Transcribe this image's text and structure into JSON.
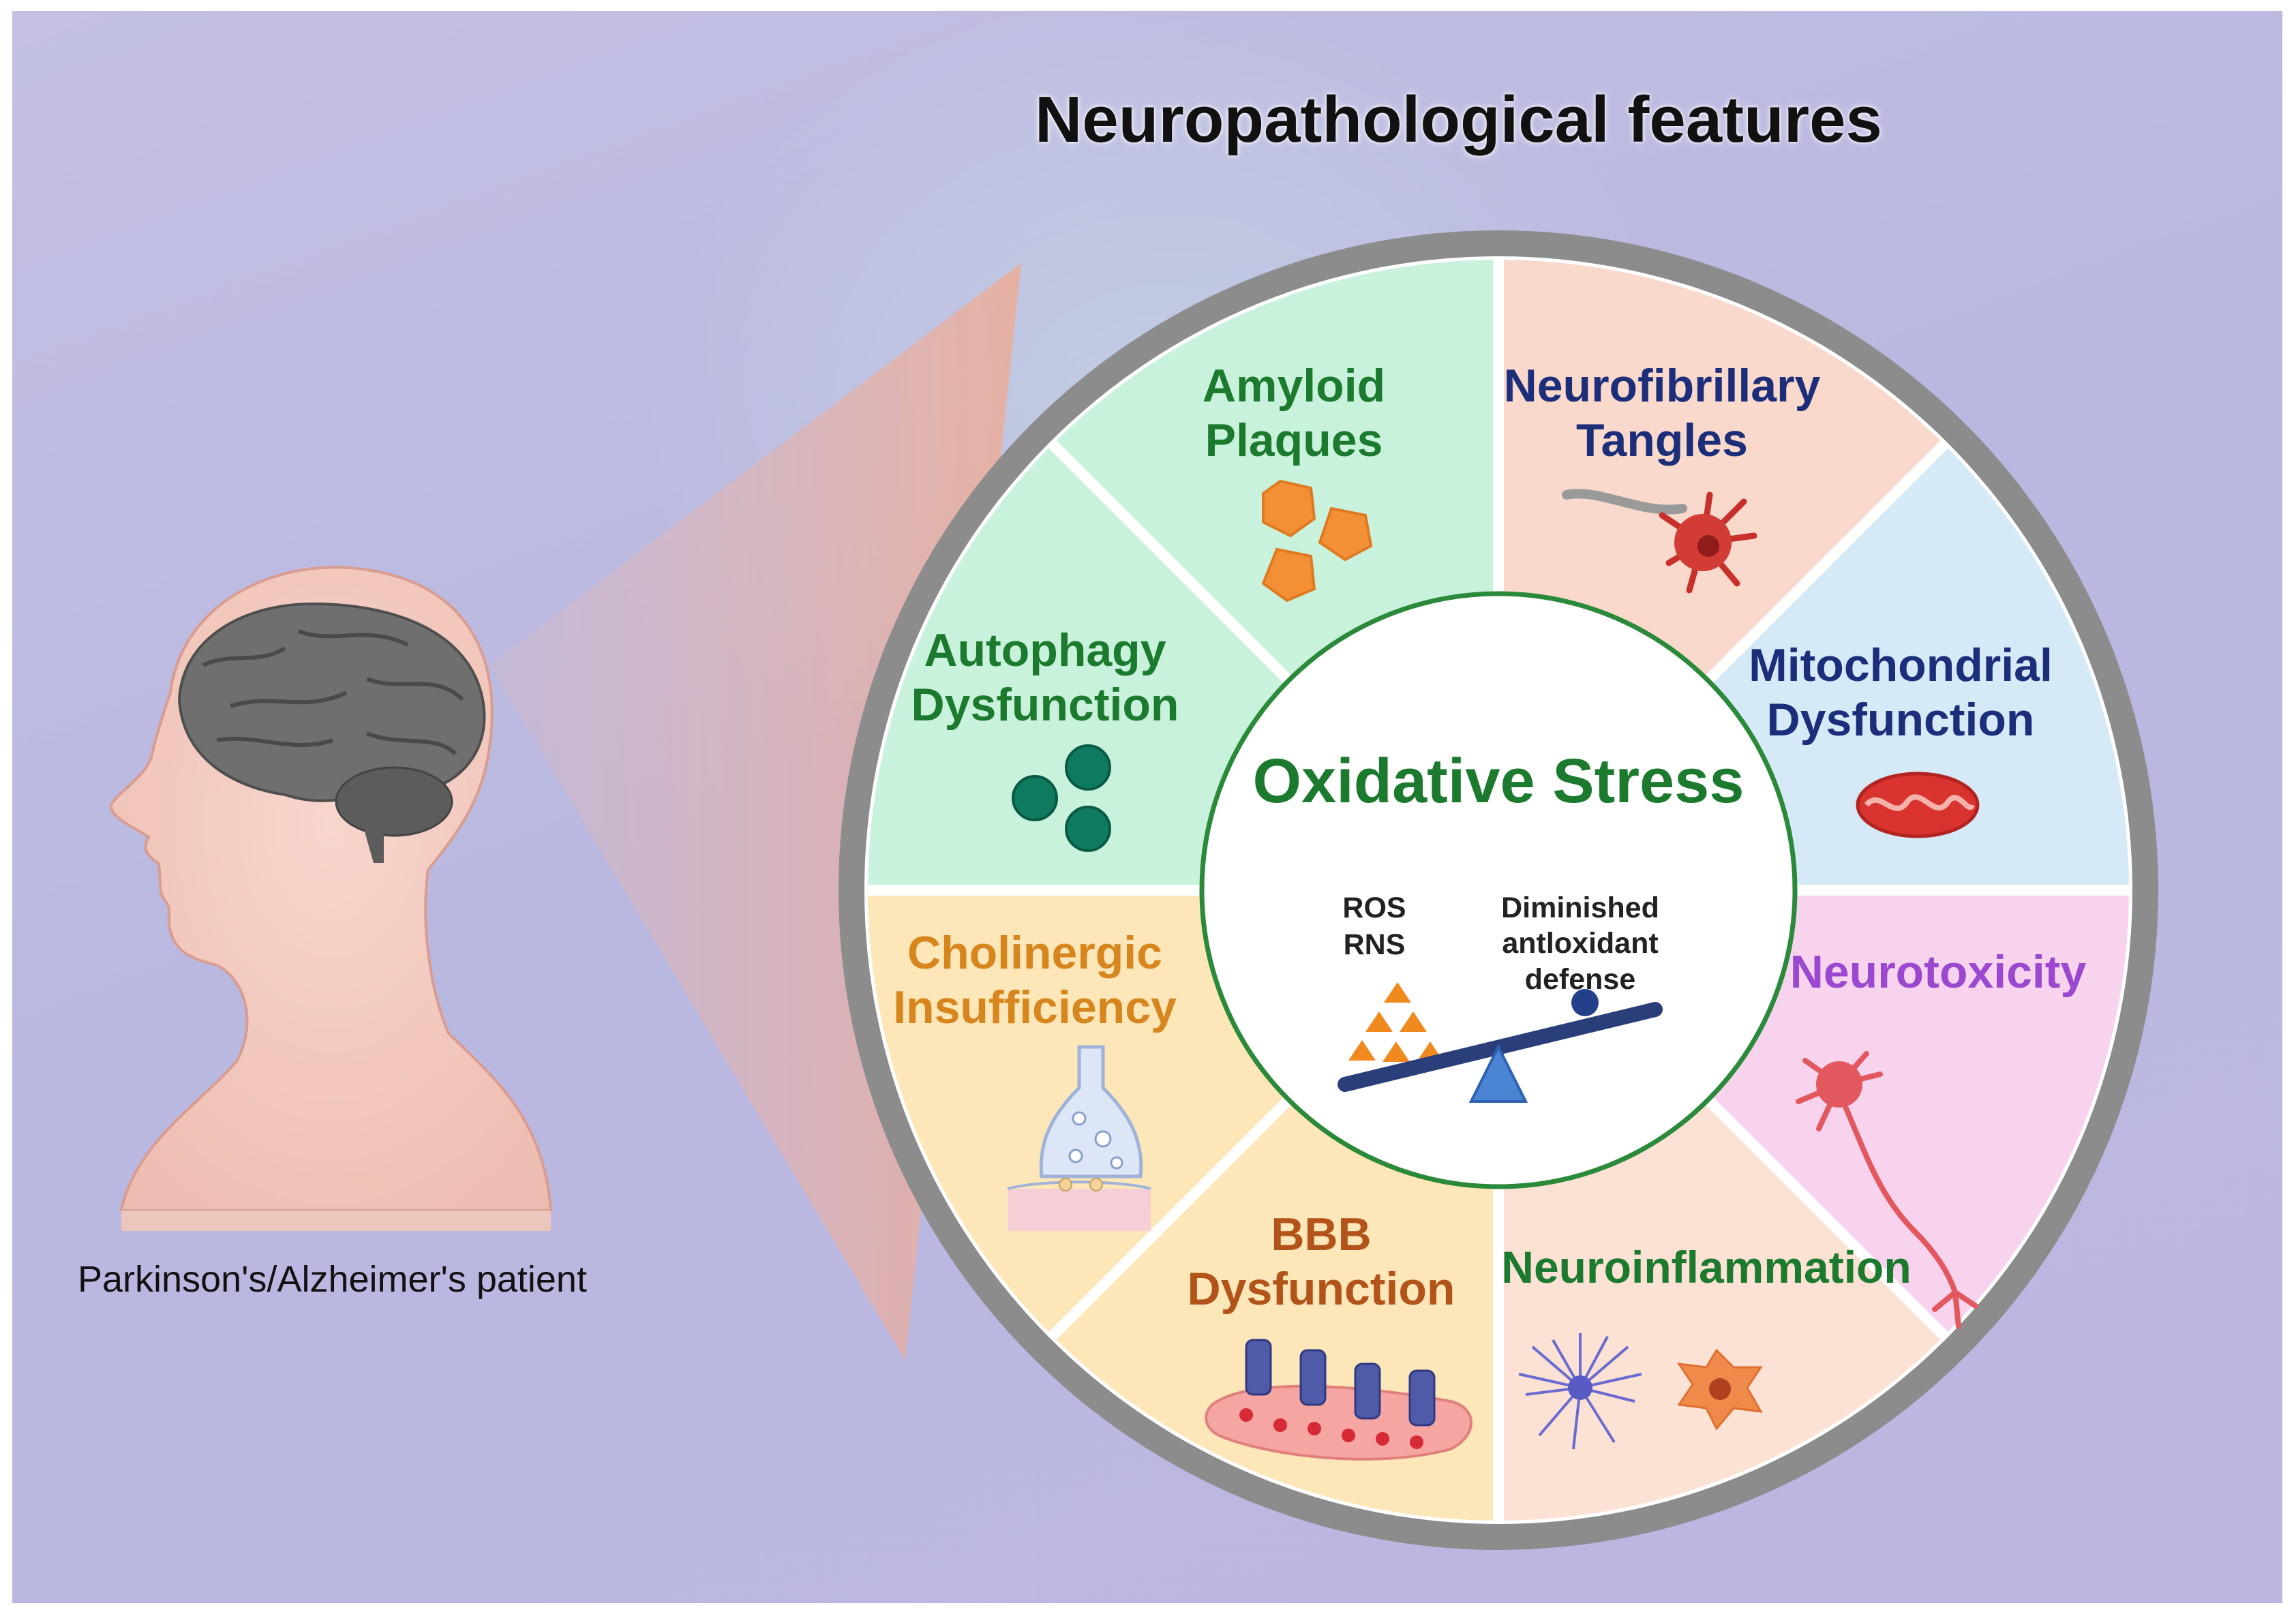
{
  "title": "Neuropathological features",
  "patient_label": "Parkinson's/Alzheimer's patient",
  "center": {
    "title": "Oxidative Stress",
    "ros": "ROS",
    "rns": "RNS",
    "antioxidant": "Diminished antloxidant defense"
  },
  "segments": [
    {
      "label": "Amyloid Plaques",
      "color": "#1b7a2e",
      "fill": "#c9f2dc"
    },
    {
      "label": "Neurofibrillary Tangles",
      "color": "#1c2e7a",
      "fill": "#f9d9cc"
    },
    {
      "label": "Mitochondrial Dysfunction",
      "color": "#1c2e7a",
      "fill": "#d5e9f6"
    },
    {
      "label": "Neurotoxicity",
      "color": "#9a48cf",
      "fill": "#f8d3ee"
    },
    {
      "label": "Neuroinflammation",
      "color": "#1b7a2e",
      "fill": "#fbe2d5"
    },
    {
      "label": "BBB Dysfunction",
      "color": "#b2541a",
      "fill": "#fde6b8"
    },
    {
      "label": "Cholinergic Insufficiency",
      "color": "#d7861d",
      "fill": "#fde6b8"
    },
    {
      "label": "Autophagy Dysfunction",
      "color": "#1b7a2e",
      "fill": "#c9f2dc"
    }
  ],
  "icons": {
    "amyloid": "amyloid-plaque-icon",
    "tangle": "tangle-neuron-icon",
    "mito": "mitochondrion-icon",
    "neurotox": "damaged-neuron-icon",
    "inflam": "glial-cells-icon",
    "bbb": "blood-brain-barrier-icon",
    "synapse": "synapse-icon",
    "autophagy": "autophagosome-icon",
    "seesaw": "redox-balance-icon"
  }
}
